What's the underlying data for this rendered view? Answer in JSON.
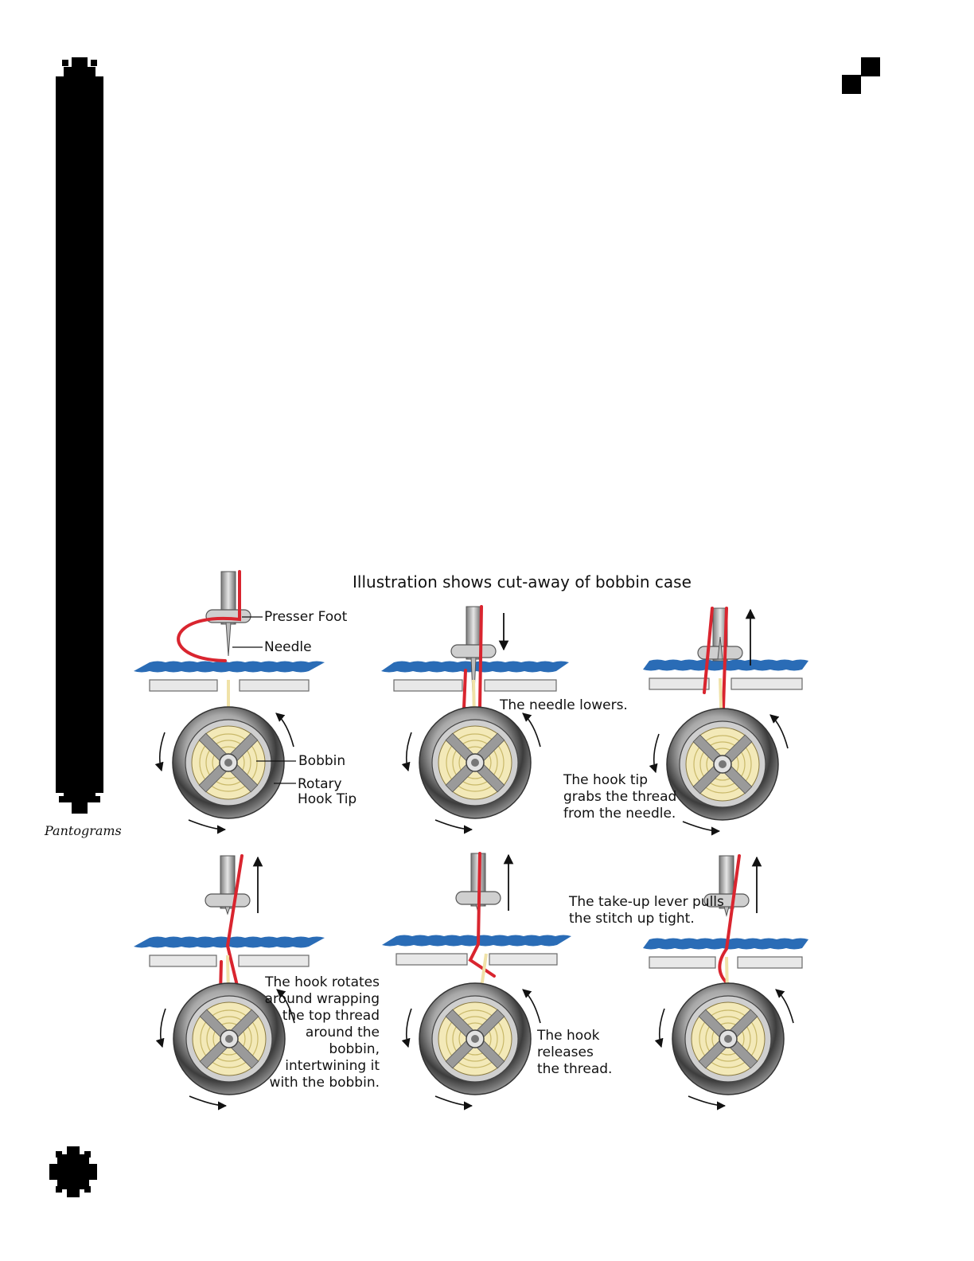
{
  "brand": {
    "name": "Pantograms"
  },
  "illustration": {
    "title": "Illustration shows cut-away of bobbin case",
    "labels": {
      "presser_foot": "Presser Foot",
      "needle": "Needle",
      "bobbin": "Bobbin",
      "rotary_hook_tip_line1": "Rotary",
      "rotary_hook_tip_line2": "Hook Tip"
    },
    "steps": [
      {
        "lines": [
          "The needle lowers."
        ]
      },
      {
        "lines": [
          "The hook tip",
          "grabs the thread",
          "from the needle."
        ]
      },
      {
        "lines": [
          "The hook rotates",
          "around wrapping",
          "the top thread",
          "around the",
          "bobbin,",
          "intertwining it",
          "with the bobbin."
        ]
      },
      {
        "lines": [
          "The hook",
          "releases",
          "the thread."
        ]
      },
      {
        "lines": [
          "The take-up lever pulls",
          "the stitch up tight."
        ]
      }
    ]
  },
  "colors": {
    "thread_red": "#d9252f",
    "bobbin_thread": "#f0e2a8",
    "fabric_blue": "#2a6cb6",
    "bobbin_wood": "#f3e9b8"
  }
}
